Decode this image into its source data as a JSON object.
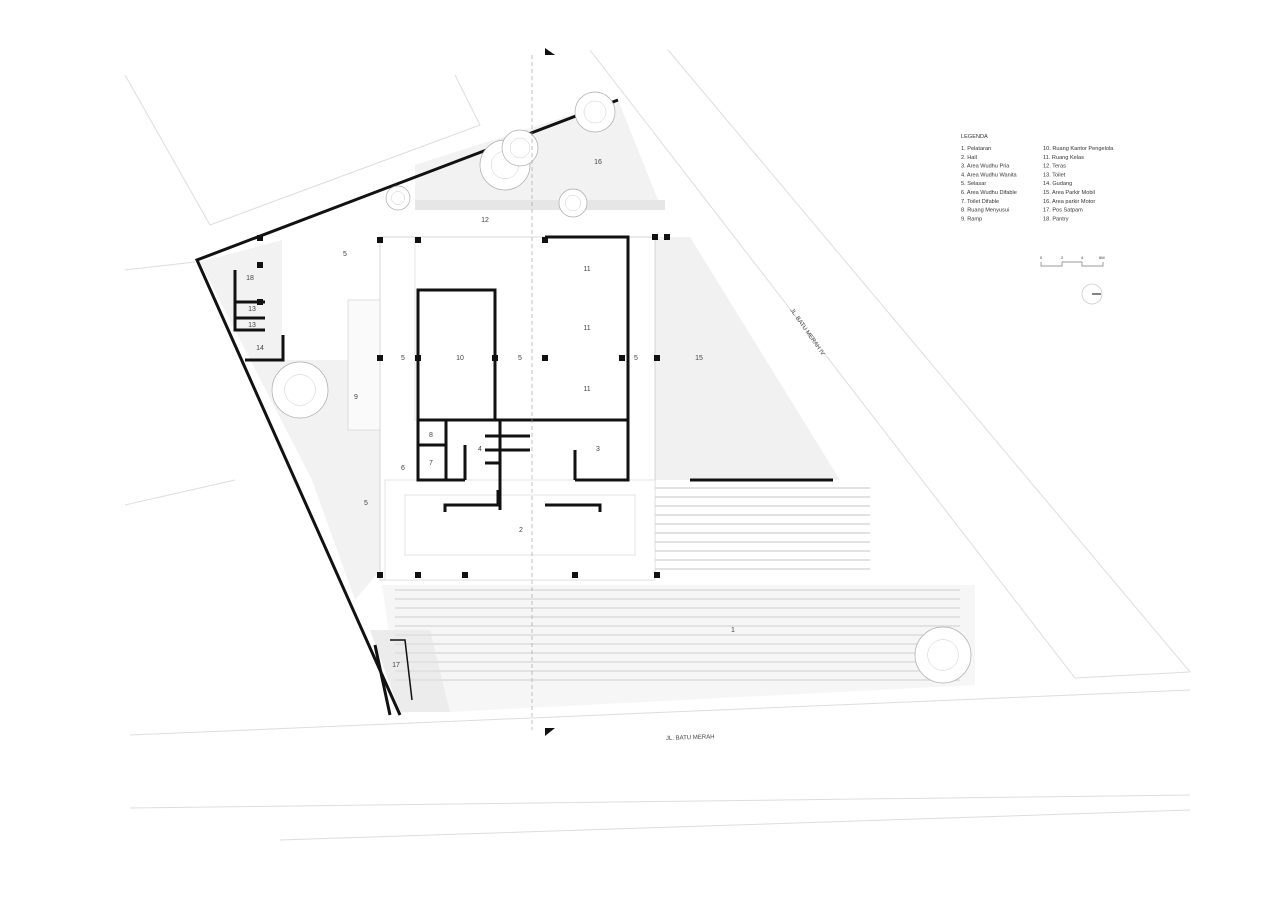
{
  "plan": {
    "room_labels": [
      "1",
      "2",
      "3",
      "4",
      "5",
      "5",
      "5",
      "5",
      "5",
      "6",
      "7",
      "8",
      "9",
      "10",
      "11",
      "11",
      "11",
      "12",
      "13",
      "13",
      "14",
      "15",
      "16",
      "17",
      "18"
    ],
    "streets": {
      "south": "JL. BATU MERAH",
      "east": "JL. BATU MERAH IV"
    }
  },
  "legend": {
    "title": "LEGENDA",
    "items": [
      "1.  Pelataran",
      "2.  Hall",
      "3.  Area Wudhu Pria",
      "4.  Area Wudhu Wanita",
      "5.  Selasar",
      "6.  Area Wudhu Difable",
      "7.  Toilet Difable",
      "8.  Ruang Menyusui",
      "9.  Ramp",
      "10. Ruang Kantor Pengelola",
      "11. Ruang Kelas",
      "12. Teras",
      "13. Toilet",
      "14. Gudang",
      "15. Area Parkir Mobil",
      "16. Area parkir Motor",
      "17. Pos Satpam",
      "18. Pantry"
    ]
  },
  "scale_bar": {
    "ticks": [
      "0",
      "2",
      "4",
      "6M"
    ]
  },
  "colors": {
    "wall": "#111111",
    "hatch": "#f0f0f0",
    "line": "#bbbbbb"
  }
}
